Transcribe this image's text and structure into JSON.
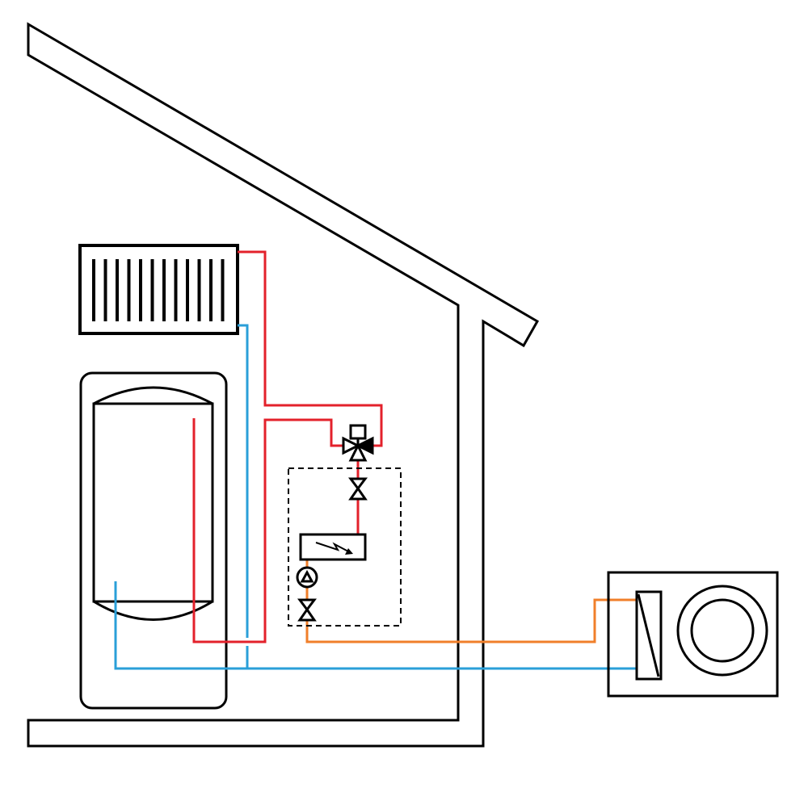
{
  "diagram": {
    "colors": {
      "outline": "#000000",
      "hot_flow": "#e3212b",
      "return_flow": "#2a9fd8",
      "heat_pump_flow": "#f07f2a",
      "background": "#ffffff"
    },
    "components": [
      "house",
      "radiator",
      "hot-water-tank",
      "three-way-valve",
      "shutoff-valve",
      "electric-heater",
      "circulation-pump",
      "outdoor-heat-pump"
    ]
  }
}
